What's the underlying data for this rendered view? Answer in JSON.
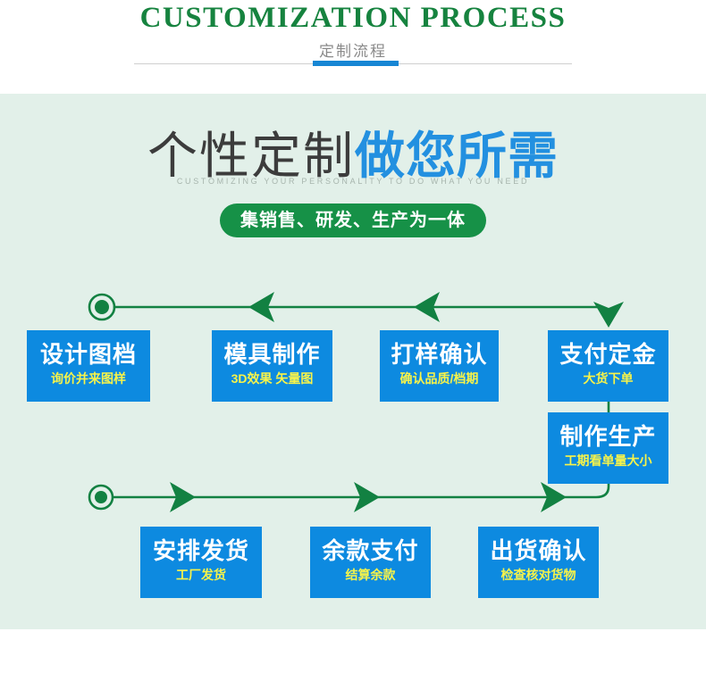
{
  "header": {
    "title_en": "CUSTOMIZATION PROCESS",
    "title_cn": "定制流程",
    "accent_color": "#1786d4",
    "title_color": "#16833f"
  },
  "hero": {
    "headline_thin": "个性定制",
    "headline_bold": "做您所需",
    "headline_en": "CUSTOMIZING YOUR PERSONALITY TO DO WHAT YOU NEED",
    "badge": "集销售、研发、生产为一体",
    "badge_color": "#169147",
    "panel_bg": "#e2f0e9",
    "thin_color": "#3c3c3c",
    "bold_color": "#2390e0"
  },
  "flow": {
    "box_color": "#0d8ae0",
    "box_title_color": "#ffffff",
    "box_sub_color": "#f7f34a",
    "line_color": "#128142",
    "start_marker": "start-dot",
    "end_marker": "end-dot",
    "steps": [
      {
        "title": "设计图档",
        "sub": "询价并来图样"
      },
      {
        "title": "模具制作",
        "sub": "3D效果 矢量图"
      },
      {
        "title": "打样确认",
        "sub": "确认品质/档期"
      },
      {
        "title": "支付定金",
        "sub": "大货下单"
      },
      {
        "title": "制作生产",
        "sub": "工期看单量大小"
      },
      {
        "title": "出货确认",
        "sub": "检查核对货物"
      },
      {
        "title": "余款支付",
        "sub": "结算余款"
      },
      {
        "title": "安排发货",
        "sub": "工厂发货"
      }
    ]
  }
}
